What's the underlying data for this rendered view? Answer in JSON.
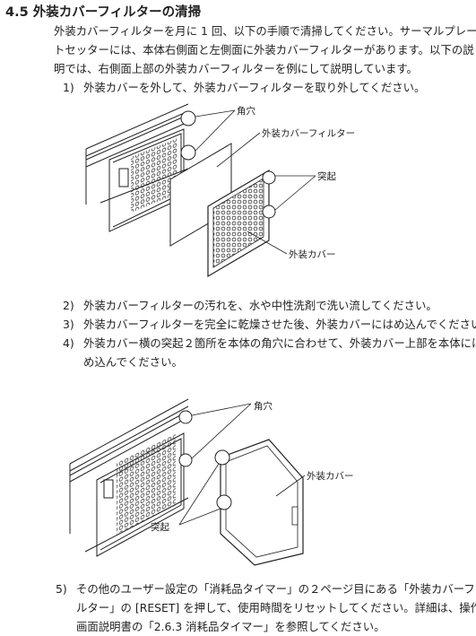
{
  "section": {
    "number": "4.5",
    "title": "外装カバーフィルターの清掃"
  },
  "intro": [
    "外装カバーフィルターを月に 1 回、以下の手順で清掃してください。サーマルプレー",
    "トセッターには、本体右側面と左側面に外装カバーフィルターがあります。以下の説",
    "明では、右側面上部の外装カバーフィルターを例にして説明しています。"
  ],
  "steps": [
    {
      "num": "1)",
      "lines": [
        "外装カバーを外して、外装カバーフィルターを取り外してください。"
      ]
    },
    {
      "num": "2)",
      "lines": [
        "外装カバーフィルターの汚れを、水や中性洗剤で洗い流してください。"
      ]
    },
    {
      "num": "3)",
      "lines": [
        "外装カバーフィルターを完全に乾燥させた後、外装カバーにはめ込んでください。"
      ]
    },
    {
      "num": "4)",
      "lines": [
        "外装カバー横の突起２箇所を本体の角穴に合わせて、外装カバー上部を本体には",
        "め込んでください。"
      ]
    },
    {
      "num": "5)",
      "lines": [
        "その他のユーザー設定の「消耗品タイマー」の２ページ目にある「外装カバーフィ",
        "ルター」の [RESET] を押して、使用時間をリセットしてください。詳細は、操作",
        "画面説明書の「2.6.3 消耗品タイマー」を参照してください。"
      ]
    }
  ],
  "figure1": {
    "label_hole": "角穴",
    "label_filter": "外装カバーフィルター",
    "label_protrusion": "突起",
    "label_cover": "外装カバー"
  },
  "figure2": {
    "label_hole": "角穴",
    "label_cover": "外装カバー",
    "label_protrusion": "突起"
  }
}
